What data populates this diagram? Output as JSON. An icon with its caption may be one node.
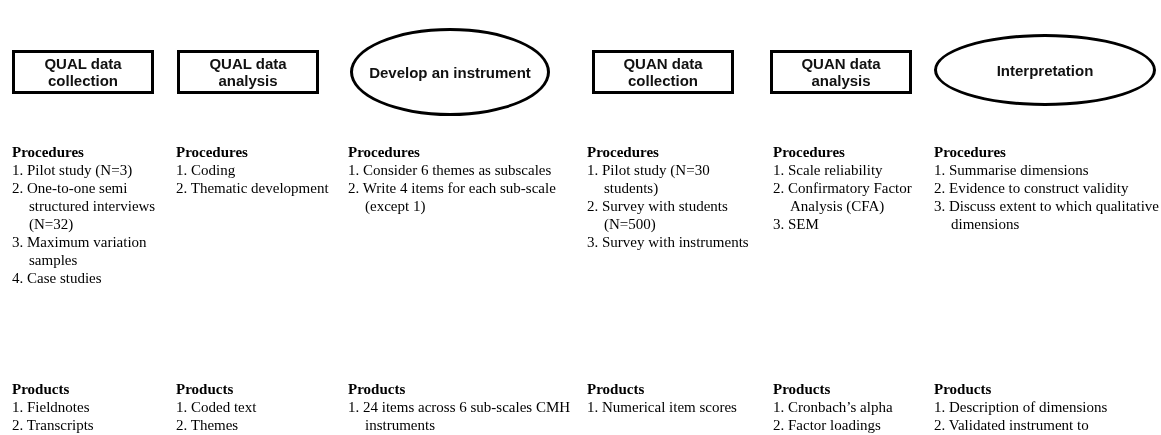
{
  "diagram": {
    "nodes": [
      {
        "text": [
          "QUAL data collection"
        ]
      },
      {
        "text": [
          "QUAL data analysis"
        ]
      },
      {
        "text": [
          "Develop an instrument"
        ]
      },
      {
        "text": [
          "QUAN data collection"
        ]
      },
      {
        "text": [
          "QUAN data analysis"
        ]
      },
      {
        "text": [
          "Interpretation"
        ]
      }
    ],
    "labels": [
      "Procedures",
      "1. Pilot study (N=3)",
      "2. One-to-one semi structured interviews (N=32)",
      "3. Maximum variation samples",
      "4. Case studies",
      "Procedures",
      "1. Coding",
      "2. Thematic development",
      "Procedures",
      "1. Consider 6 themes as subscales",
      "2. Write 4 items for each sub-scale (except 1)",
      "Procedures",
      "1. Pilot study (N=30 students)",
      "2. Survey with students (N=500)",
      "3. Survey with instruments",
      "Procedures",
      "1. Scale reliability",
      "2. Confirmatory Factor Analysis (CFA)",
      "3. SEM",
      "Procedures",
      "1. Summarise dimensions",
      "2. Evidence to construct validity",
      "3. Discuss extent to which qualitative dimensions",
      "Products",
      "1. Fieldnotes",
      "2. Transcripts",
      "Products",
      "1. Coded text",
      "2. Themes",
      "Products",
      "1. 24 items across 6 sub-scales CMH instruments",
      "Products",
      "1. Numerical item scores",
      "Products",
      "1. Cronbach’s alpha",
      "2. Factor loadings",
      "Products",
      "1. Description of dimensions",
      "2. Validated instrument to"
    ]
  }
}
